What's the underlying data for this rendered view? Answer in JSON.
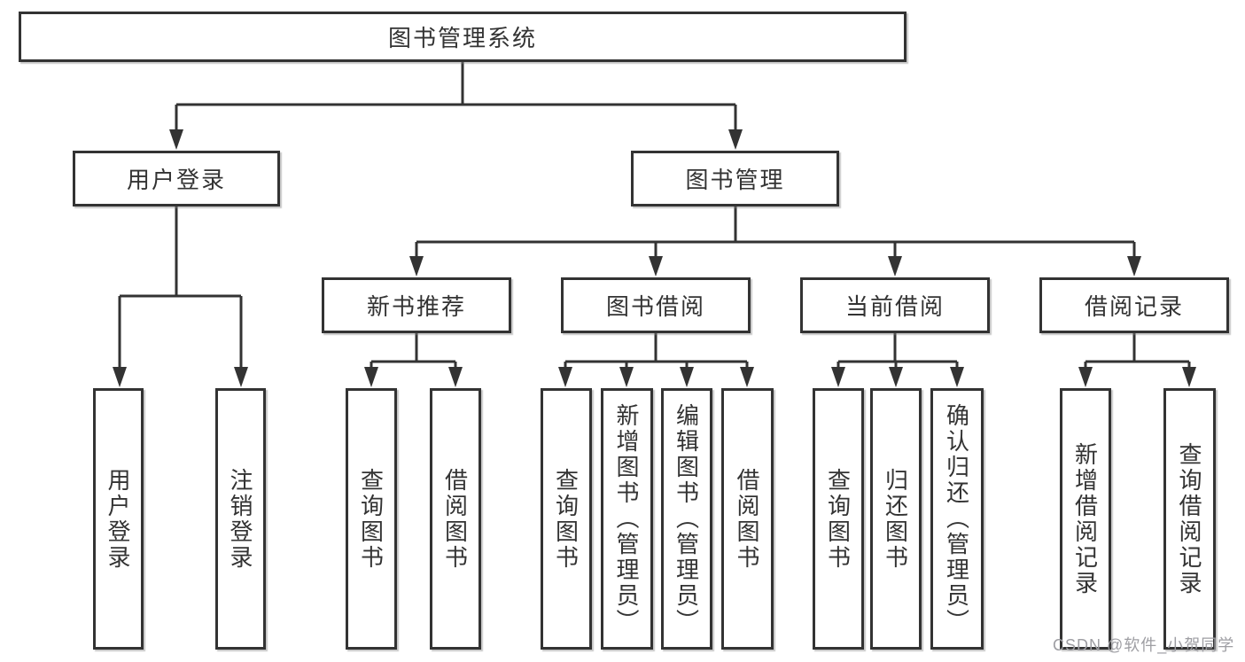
{
  "diagram": {
    "root": {
      "label": "图书管理系统"
    },
    "branches": [
      {
        "label": "用户登录",
        "children": [
          {
            "label": "用户登录"
          },
          {
            "label": "注销登录"
          }
        ]
      },
      {
        "label": "图书管理",
        "children": [
          {
            "label": "新书推荐",
            "children": [
              {
                "label": "查询图书"
              },
              {
                "label": "借阅图书"
              }
            ]
          },
          {
            "label": "图书借阅",
            "children": [
              {
                "label": "查询图书"
              },
              {
                "label": "新增图书（管理员）"
              },
              {
                "label": "编辑图书（管理员）"
              },
              {
                "label": "借阅图书"
              }
            ]
          },
          {
            "label": "当前借阅",
            "children": [
              {
                "label": "查询图书"
              },
              {
                "label": "归还图书"
              },
              {
                "label": "确认归还（管理员）"
              }
            ]
          },
          {
            "label": "借阅记录",
            "children": [
              {
                "label": "新增借阅记录"
              },
              {
                "label": "查询借阅记录"
              }
            ]
          }
        ]
      }
    ]
  },
  "watermark": {
    "text": "CSDN @软件_小贺同学",
    "color": "#9e9ea3"
  },
  "colors": {
    "background": "#ffffff",
    "box_fill": "#ffffff",
    "box_border": "#333333",
    "line": "#333333",
    "text": "#333333"
  }
}
